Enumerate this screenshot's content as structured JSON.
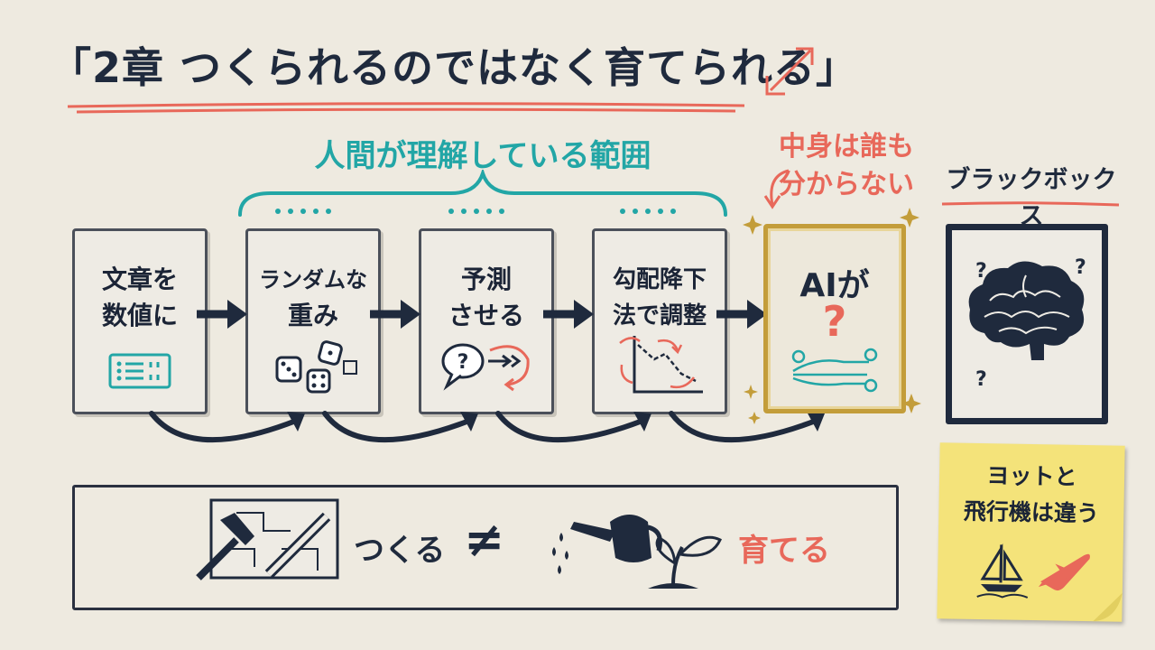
{
  "title": "「2章 つくられるのではなく育てられる」",
  "human_range_label": "人間が理解している範囲",
  "unknown_label": {
    "line1": "中身は誰も",
    "line2": "分からない"
  },
  "blackbox_label": "ブラックボックス",
  "steps": [
    {
      "line1": "文章を",
      "line2": "数値に",
      "icon": "data-panel-icon"
    },
    {
      "line1": "ランダムな",
      "line2": "重み",
      "icon": "dice-icon"
    },
    {
      "line1": "予測",
      "line2": "させる",
      "icon": "speech-question-icon"
    },
    {
      "line1": "勾配降下",
      "line2": "法で調整",
      "icon": "descent-graph-icon"
    }
  ],
  "ai_card": {
    "label": "AIが",
    "mark": "?",
    "icon": "circuit-icon"
  },
  "blackbox": {
    "icon": "brain-icon",
    "mark": "?"
  },
  "comparison": {
    "make": "つくる",
    "neq": "≠",
    "grow": "育てる",
    "make_icon": "hammer-blueprint-icon",
    "grow_icon": "watering-can-sprout-icon"
  },
  "sticky": {
    "line1": "ヨットと",
    "line2": "飛行機は違う",
    "icons": [
      "sailboat-icon",
      "airplane-icon"
    ]
  },
  "colors": {
    "teal": "#22a6a6",
    "coral": "#e8685a",
    "navy": "#1f2a3d",
    "gold": "#c39d3a",
    "sticky": "#f4e37a"
  }
}
